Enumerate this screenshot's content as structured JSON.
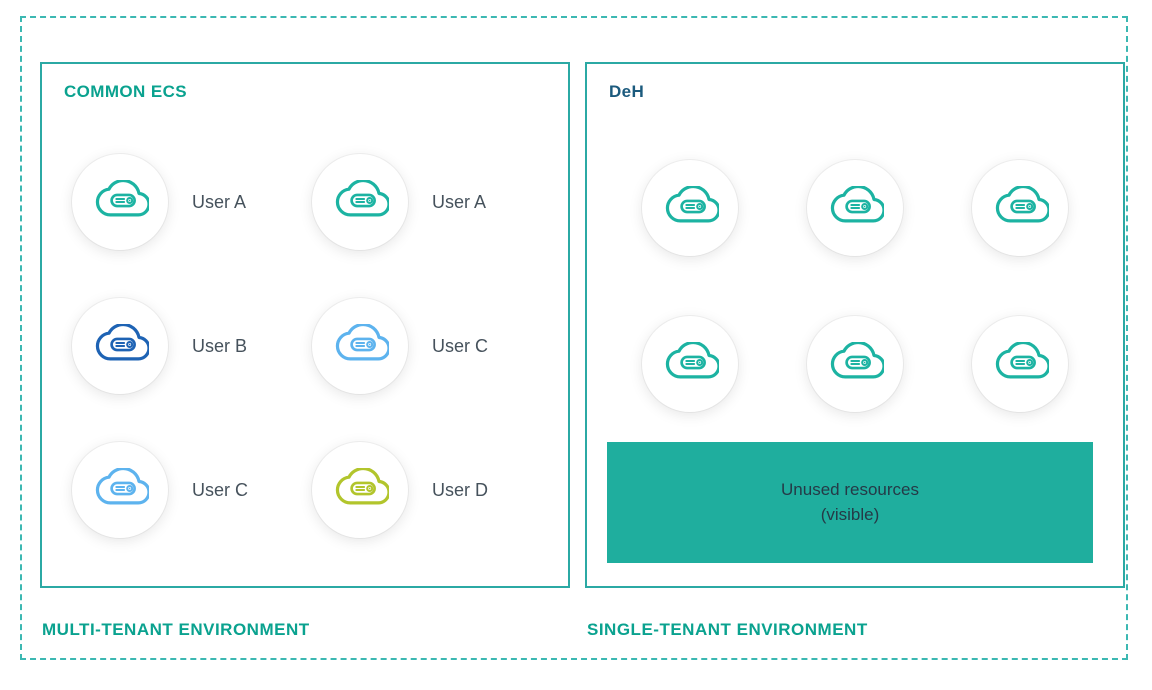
{
  "colors": {
    "accent_teal": "#0aa28f",
    "border_teal": "#2ba9a4",
    "dashed_border": "#3cb8b2",
    "icon_teal": "#1cb3a2",
    "icon_dark_blue": "#1e63b4",
    "icon_light_blue": "#5db3ee",
    "icon_green": "#b2c52c",
    "title_dark": "#1b5a7d",
    "box_bg": "#1fae9e",
    "box_text": "#253a47",
    "user_label": "#46525c"
  },
  "left_panel": {
    "title": "COMMON ECS",
    "title_color": "#0aa28f",
    "footer": "MULTI-TENANT ENVIRONMENT",
    "items": [
      {
        "label": "User A",
        "color": "#1cb3a2"
      },
      {
        "label": "User A",
        "color": "#1cb3a2"
      },
      {
        "label": "User B",
        "color": "#1e63b4"
      },
      {
        "label": "User C",
        "color": "#5db3ee"
      },
      {
        "label": "User C",
        "color": "#5db3ee"
      },
      {
        "label": "User D",
        "color": "#b2c52c"
      }
    ]
  },
  "right_panel": {
    "title": "DeH",
    "title_color": "#1b5a7d",
    "footer": "SINGLE-TENANT ENVIRONMENT",
    "servers": [
      {
        "color": "#1cb3a2"
      },
      {
        "color": "#1cb3a2"
      },
      {
        "color": "#1cb3a2"
      },
      {
        "color": "#1cb3a2"
      },
      {
        "color": "#1cb3a2"
      },
      {
        "color": "#1cb3a2"
      }
    ],
    "unused_box": {
      "line1": "Unused resources",
      "line2": "(visible)",
      "bg": "#1fae9e",
      "text_color": "#253a47"
    }
  }
}
